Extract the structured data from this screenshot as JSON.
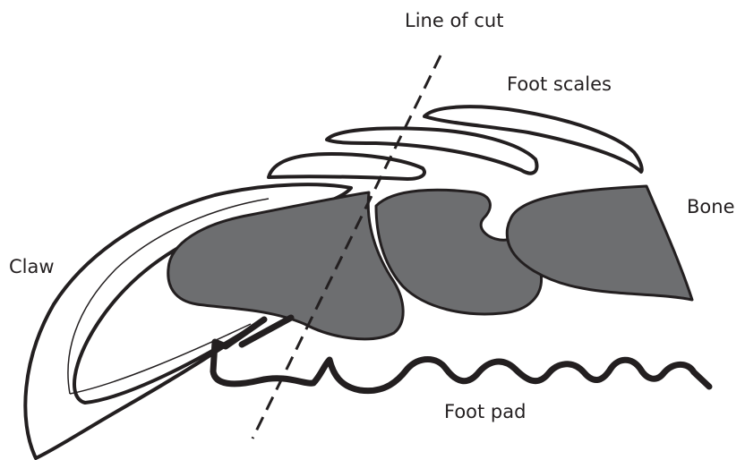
{
  "labels": {
    "line_of_cut": "Line of cut",
    "foot_scales": "Foot scales",
    "bone": "Bone",
    "claw": "Claw",
    "foot_pad": "Foot pad"
  },
  "colors": {
    "ink": "#231f20",
    "bone_fill": "#6d6e70",
    "background": "#ffffff"
  }
}
